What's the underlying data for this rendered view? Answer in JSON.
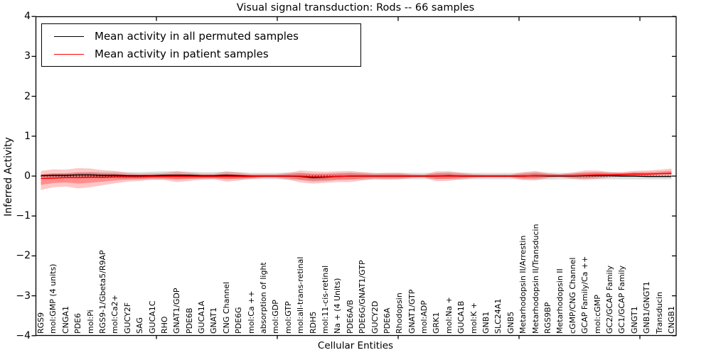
{
  "chart_data": {
    "type": "line",
    "title": "Visual signal transduction: Rods -- 66 samples",
    "xlabel": "Cellular Entities",
    "ylabel": "Inferred Activity",
    "ylim": [
      -4,
      4
    ],
    "yticks": [
      -4,
      -3,
      -2,
      -1,
      0,
      1,
      2,
      3,
      4
    ],
    "ytick_labels": [
      "−4",
      "−3",
      "−2",
      "−1",
      "0",
      "1",
      "2",
      "3",
      "4"
    ],
    "grid": false,
    "legend_position": "upper left",
    "baseline": {
      "y": 0,
      "style": "dotted",
      "color": "#000000"
    },
    "categories": [
      "RGS9",
      "mol:GMP (4 units)",
      "CNGA1",
      "PDE6",
      "mol:Pi",
      "RGS9-1/Gbeta5/R9AP",
      "mol:Ca2+",
      "GUCY2F",
      "SAG",
      "GUCA1C",
      "RHO",
      "GNAT1/GDP",
      "PDE6B",
      "GUCA1A",
      "GNAT1",
      "CNG Channel",
      "PDE6G",
      "mol:Ca ++",
      "absorption of light",
      "mol:GDP",
      "mol:GTP",
      "mol:all-trans-retinal",
      "RDH5",
      "mol:11-cis-retinal",
      "Na + (4 Units)",
      "PDE6A/B",
      "PDE6G/GNAT1/GTP",
      "GUCY2D",
      "PDE6A",
      "Rhodopsin",
      "GNAT1/GTP",
      "mol:ADP",
      "GRK1",
      "mol:Na +",
      "GUCA1B",
      "mol:K +",
      "GNB1",
      "SLC24A1",
      "GNB5",
      "Metarhodopsin II/Arrestin",
      "Metarhodopsin II/Transducin",
      "RGS9BP",
      "Metarhodopsin II",
      "cGMP/CNG Channel",
      "GCAP Family/Ca ++",
      "mol:cGMP",
      "GC2/GCAP Family",
      "GC1/GCAP Family",
      "GNGT1",
      "GNB1/GNGT1",
      "Transducin",
      "CNGB1"
    ],
    "series": [
      {
        "name": "Mean activity in all permuted samples",
        "color": "#000000",
        "values": [
          0.01,
          0.02,
          0.02,
          0.03,
          0.03,
          0.02,
          0.02,
          0.01,
          0.01,
          0.01,
          0.02,
          0.02,
          0.02,
          0.01,
          0.01,
          0.02,
          0.01,
          0.0,
          0.0,
          0.0,
          0.0,
          -0.01,
          -0.04,
          -0.03,
          -0.01,
          0.0,
          0.0,
          0.0,
          0.0,
          0.0,
          0.0,
          0.0,
          0.0,
          0.01,
          0.0,
          0.0,
          0.0,
          0.0,
          0.0,
          0.0,
          0.01,
          0.0,
          0.0,
          0.0,
          0.01,
          0.01,
          0.01,
          0.0,
          0.0,
          -0.01,
          -0.01,
          -0.01
        ]
      },
      {
        "name": "Mean activity in patient samples",
        "color": "#ff0000",
        "values": [
          -0.06,
          -0.05,
          -0.04,
          -0.04,
          -0.03,
          -0.03,
          -0.02,
          -0.02,
          -0.02,
          -0.01,
          -0.01,
          -0.01,
          -0.01,
          -0.01,
          -0.01,
          -0.01,
          -0.01,
          -0.01,
          0.0,
          0.0,
          0.0,
          0.0,
          -0.02,
          -0.02,
          -0.01,
          0.0,
          0.0,
          0.0,
          0.0,
          0.0,
          0.0,
          0.0,
          0.0,
          0.0,
          0.0,
          0.0,
          0.0,
          0.0,
          0.0,
          0.0,
          0.01,
          0.01,
          0.01,
          0.01,
          0.02,
          0.03,
          0.03,
          0.04,
          0.05,
          0.05,
          0.06,
          0.07
        ]
      }
    ],
    "bands": [
      {
        "name": "permuted-range",
        "center_series": 0,
        "color": "#999999",
        "opacity": 0.32,
        "hw_upper": [
          0.03,
          0.04,
          0.05,
          0.06,
          0.07,
          0.08,
          0.08,
          0.09,
          0.09,
          0.1,
          0.1,
          0.1,
          0.09,
          0.09,
          0.09,
          0.09,
          0.09,
          0.08,
          0.08,
          0.08,
          0.09,
          0.09,
          0.1,
          0.1,
          0.09,
          0.09,
          0.09,
          0.08,
          0.08,
          0.08,
          0.08,
          0.08,
          0.08,
          0.09,
          0.09,
          0.08,
          0.08,
          0.08,
          0.08,
          0.08,
          0.09,
          0.09,
          0.08,
          0.08,
          0.08,
          0.09,
          0.09,
          0.08,
          0.08,
          0.07,
          0.07,
          0.07
        ],
        "hw_lower": [
          0.03,
          0.04,
          0.05,
          0.06,
          0.07,
          0.08,
          0.08,
          0.09,
          0.09,
          0.1,
          0.1,
          0.1,
          0.09,
          0.09,
          0.09,
          0.09,
          0.09,
          0.08,
          0.08,
          0.08,
          0.09,
          0.09,
          0.1,
          0.1,
          0.09,
          0.09,
          0.09,
          0.08,
          0.08,
          0.08,
          0.08,
          0.08,
          0.08,
          0.09,
          0.09,
          0.08,
          0.08,
          0.08,
          0.08,
          0.08,
          0.09,
          0.09,
          0.08,
          0.08,
          0.08,
          0.09,
          0.09,
          0.08,
          0.08,
          0.07,
          0.07,
          0.07
        ]
      },
      {
        "name": "patient-range-outer",
        "center_series": 1,
        "color": "#ff0000",
        "opacity": 0.22,
        "hw_upper": [
          0.19,
          0.22,
          0.2,
          0.24,
          0.22,
          0.18,
          0.15,
          0.1,
          0.08,
          0.08,
          0.09,
          0.13,
          0.1,
          0.07,
          0.07,
          0.13,
          0.1,
          0.06,
          0.05,
          0.05,
          0.08,
          0.14,
          0.14,
          0.13,
          0.13,
          0.13,
          0.1,
          0.07,
          0.08,
          0.08,
          0.05,
          0.04,
          0.12,
          0.12,
          0.08,
          0.05,
          0.04,
          0.04,
          0.04,
          0.1,
          0.12,
          0.06,
          0.04,
          0.08,
          0.12,
          0.11,
          0.07,
          0.06,
          0.08,
          0.09,
          0.1,
          0.12
        ],
        "hw_lower": [
          0.29,
          0.23,
          0.22,
          0.27,
          0.25,
          0.2,
          0.16,
          0.12,
          0.1,
          0.08,
          0.09,
          0.14,
          0.11,
          0.08,
          0.07,
          0.13,
          0.1,
          0.06,
          0.05,
          0.05,
          0.09,
          0.16,
          0.17,
          0.15,
          0.14,
          0.15,
          0.11,
          0.08,
          0.09,
          0.08,
          0.05,
          0.04,
          0.13,
          0.12,
          0.08,
          0.05,
          0.04,
          0.04,
          0.04,
          0.1,
          0.12,
          0.06,
          0.04,
          0.08,
          0.12,
          0.1,
          0.06,
          0.05,
          0.05,
          0.05,
          0.04,
          0.05
        ]
      },
      {
        "name": "patient-range-inner",
        "center_series": 1,
        "color": "#ff0000",
        "opacity": 0.28,
        "scale_of_band": 1,
        "scale": 0.55
      }
    ]
  }
}
